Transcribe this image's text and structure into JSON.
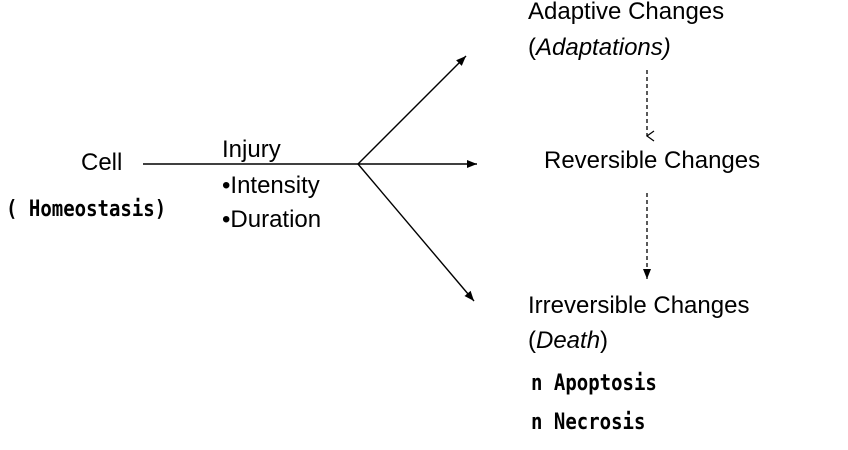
{
  "diagram": {
    "cell": {
      "label": "Cell",
      "note": "( Homeostasis)"
    },
    "injury": {
      "title": "Injury",
      "factors": [
        "•Intensity",
        "•Duration"
      ]
    },
    "outcomes": {
      "adaptive": {
        "line1": "Adaptive Changes",
        "open": "(",
        "italic": "Adaptations)"
      },
      "reversible": {
        "label": "Reversible Changes"
      },
      "irreversible": {
        "line1": "Irreversible Changes",
        "open": "(",
        "italic": "Death",
        "close": ")",
        "notes": [
          "n Apoptosis",
          "n Necrosis"
        ]
      }
    }
  }
}
